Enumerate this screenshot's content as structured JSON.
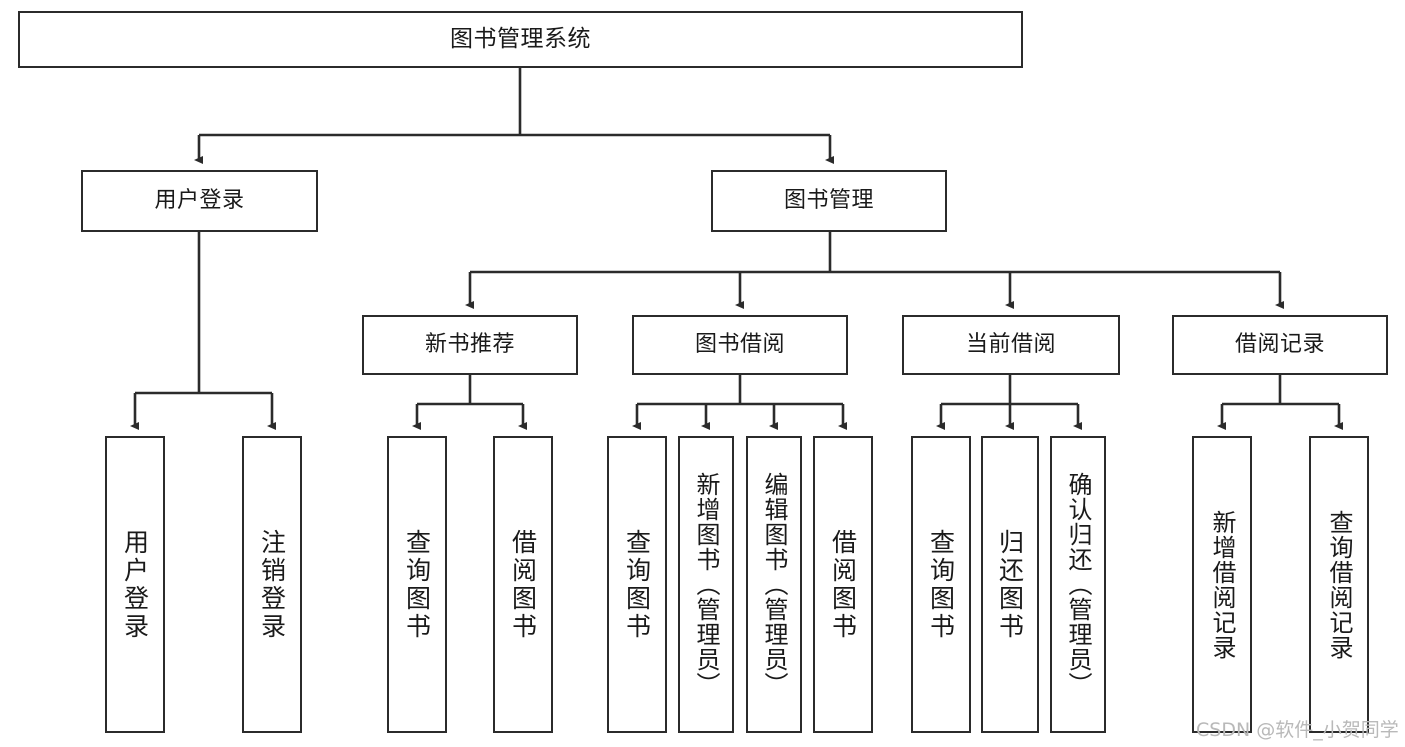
{
  "diagram": {
    "title": "图书管理系统",
    "type": "tree-hierarchy-chart",
    "colors": {
      "background": "#ffffff",
      "box_border": "#2b2b2b",
      "box_fill": "#ffffff",
      "text": "#1a1a1a",
      "edge": "#2b2b2b",
      "watermark": "#b9b9b9"
    },
    "root": {
      "label": "图书管理系统"
    },
    "level2": [
      {
        "label": "用户登录"
      },
      {
        "label": "图书管理"
      }
    ],
    "level3": [
      {
        "label": "新书推荐"
      },
      {
        "label": "图书借阅"
      },
      {
        "label": "当前借阅"
      },
      {
        "label": "借阅记录"
      }
    ],
    "leaves": {
      "user_login": [
        {
          "label": "用户登录"
        },
        {
          "label": "注销登录"
        }
      ],
      "new_book_recommend": [
        {
          "label": "查询图书"
        },
        {
          "label": "借阅图书"
        }
      ],
      "book_borrow": [
        {
          "label": "查询图书"
        },
        {
          "label": "新增图书（管理员）"
        },
        {
          "label": "编辑图书（管理员）"
        },
        {
          "label": "借阅图书"
        }
      ],
      "current_borrow": [
        {
          "label": "查询图书"
        },
        {
          "label": "归还图书"
        },
        {
          "label": "确认归还（管理员）"
        }
      ],
      "borrow_record": [
        {
          "label": "新增借阅记录"
        },
        {
          "label": "查询借阅记录"
        }
      ]
    }
  },
  "watermark": {
    "text": "CSDN @软件_小贺同学"
  }
}
